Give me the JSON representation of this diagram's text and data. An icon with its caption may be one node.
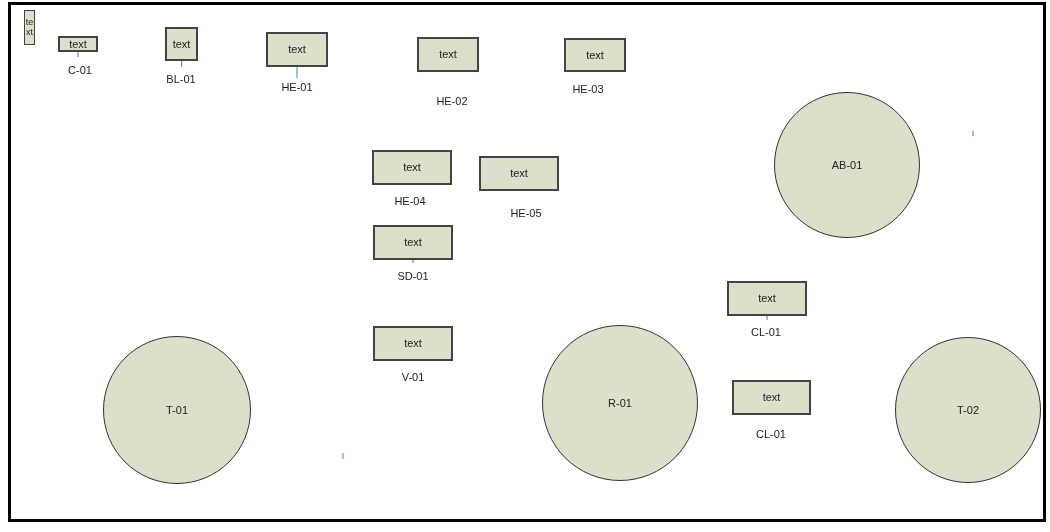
{
  "diagram": {
    "nodes": [
      {
        "text": [
          "text"
        ]
      },
      {
        "text": [
          "text"
        ],
        "beside": [
          "C-01"
        ]
      },
      {
        "text": [
          "text"
        ],
        "beside": [
          "BL-01"
        ]
      },
      {
        "text": [
          "text"
        ],
        "beside": [
          "HE-01"
        ]
      },
      {
        "text": [
          "text"
        ],
        "beside": [
          "HE-02"
        ]
      },
      {
        "text": [
          "text"
        ],
        "beside": [
          "HE-03"
        ]
      },
      {
        "text": [
          "AB-01"
        ]
      },
      {
        "text": [
          "text"
        ],
        "beside": [
          "HE-04"
        ]
      },
      {
        "text": [
          "text"
        ],
        "beside": [
          "HE-05"
        ]
      },
      {
        "text": [
          "text"
        ],
        "beside": [
          "SD-01"
        ]
      },
      {
        "text": [
          "text"
        ],
        "beside": [
          "CL-01"
        ]
      },
      {
        "text": [
          "text"
        ],
        "beside": [
          "V-01"
        ]
      },
      {
        "text": [
          "text"
        ],
        "beside": [
          "CL-01"
        ]
      },
      {
        "text": [
          "T-01"
        ]
      },
      {
        "text": [
          "R-01"
        ]
      },
      {
        "text": [
          "T-02"
        ]
      }
    ]
  }
}
